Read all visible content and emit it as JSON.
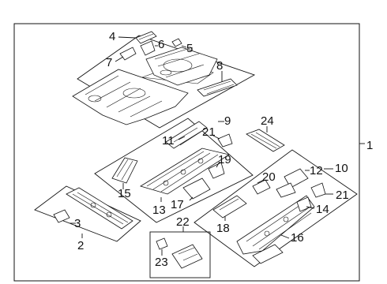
{
  "diagram": {
    "callouts": {
      "c1": "1",
      "c2": "2",
      "c3": "3",
      "c4": "4",
      "c5": "5",
      "c6": "6",
      "c7": "7",
      "c8": "8",
      "c9": "9",
      "c10": "10",
      "c11": "11",
      "c12": "12",
      "c13": "13",
      "c14": "14",
      "c15": "15",
      "c16": "16",
      "c17": "17",
      "c18": "18",
      "c19": "19",
      "c20": "20",
      "c21a": "21",
      "c21b": "21",
      "c22": "22",
      "c23": "23",
      "c24": "24"
    }
  }
}
